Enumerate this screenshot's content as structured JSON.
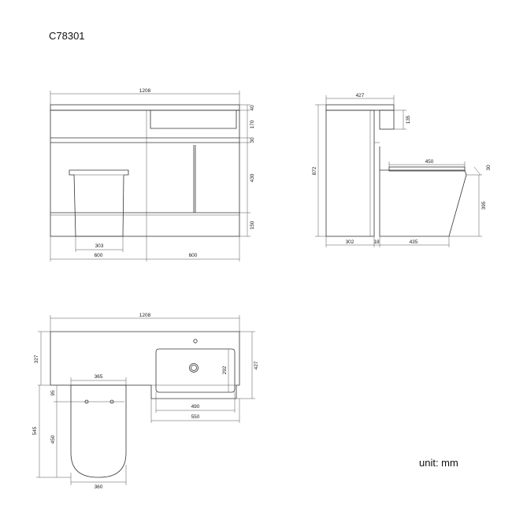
{
  "model_code": "C78301",
  "unit_label": "unit: mm",
  "front_view": {
    "width_total": "1208",
    "h_top": "40",
    "h_basin": "170",
    "h_gap": "30",
    "h_door": "430",
    "h_plinth": "150",
    "w_pan": "303",
    "w_left": "600",
    "w_right": "600"
  },
  "side_view": {
    "depth_top": "427",
    "h_cistern": "135",
    "h_total": "872",
    "seat_len": "450",
    "seat_thick": "30",
    "pan_height": "395",
    "d_unit": "302",
    "d_gap": "18",
    "d_pan": "435"
  },
  "top_view": {
    "width_total": "1208",
    "d_worktop": "327",
    "d_basin_unit": "427",
    "w_seat": "365",
    "d_bowl_gap": "95",
    "d_total": "545",
    "d_bowl": "450",
    "w_bowl": "360",
    "d_basin": "292",
    "w_basin_inner": "490",
    "w_basin_outer": "550"
  }
}
